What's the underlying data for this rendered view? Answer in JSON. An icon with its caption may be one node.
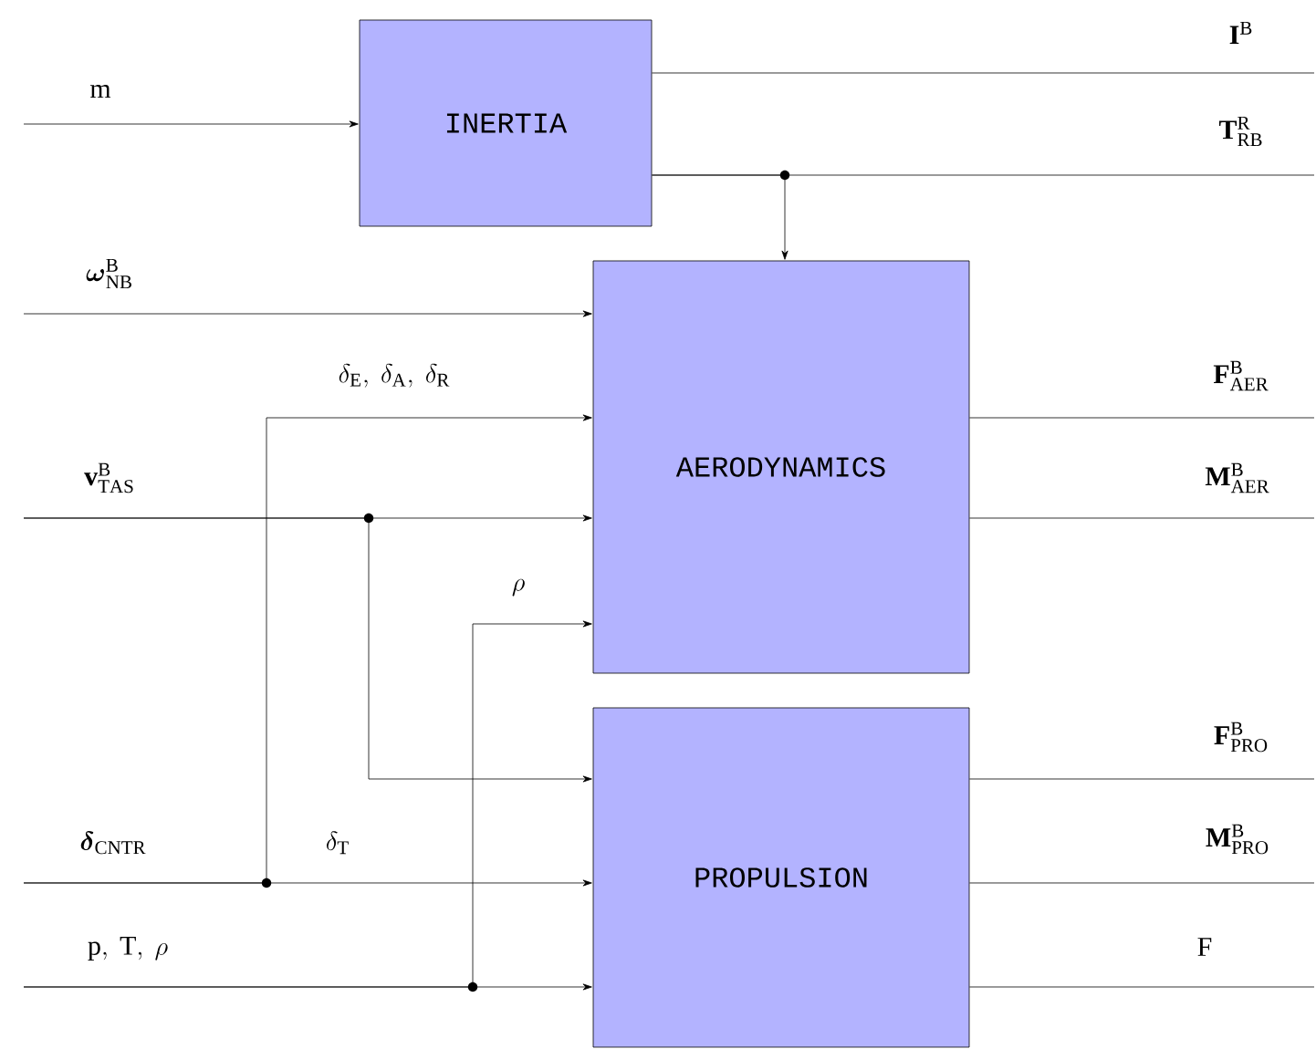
{
  "diagram": {
    "nodes": [
      {
        "text": [
          "INERTIA"
        ]
      },
      {
        "text": [
          "AERODYNAMICS"
        ]
      },
      {
        "text": [
          "PROPULSION"
        ]
      }
    ],
    "edges": [
      {
        "from": null,
        "to": 0,
        "arrow": "to",
        "label": "\\mathrm{m}"
      },
      {
        "from": 0,
        "to": null,
        "arrow": "none",
        "label": "\\mathbf{I}^{\\mathrm{B}}"
      },
      {
        "from": 0,
        "to": null,
        "arrow": "none",
        "label": "\\mathbf{T}^{\\mathrm{R}}_{\\mathrm{RB}}"
      },
      {
        "from": 0,
        "to": 1,
        "arrow": "to"
      },
      {
        "from": null,
        "to": 1,
        "arrow": "to",
        "label": "\\boldsymbol{\\omega}^{\\mathrm{B}}_{\\mathrm{NB}}"
      },
      {
        "from": null,
        "to": 1,
        "arrow": "to",
        "label": "\\delta_{\\mathrm{E}},\\ \\delta_{\\mathrm{A}},\\ \\delta_{\\mathrm{R}}"
      },
      {
        "from": null,
        "to": 2,
        "arrow": "to",
        "label": "\\boldsymbol{\\delta}_{\\mathrm{CNTR}}"
      },
      {
        "from": null,
        "to": 1,
        "arrow": "to",
        "label": "\\mathbf{v}^{\\mathrm{B}}_{\\mathrm{TAS}}"
      },
      {
        "from": null,
        "to": 2,
        "arrow": "to"
      },
      {
        "from": null,
        "to": 1,
        "arrow": "to",
        "label": "\\rho"
      },
      {
        "from": null,
        "to": 2,
        "arrow": "to",
        "label": "\\mathrm{p},\\ \\mathrm{T},\\ \\rho"
      },
      {
        "from": 1,
        "to": null,
        "arrow": "none",
        "label": "\\mathbf{F}^{\\mathrm{B}}_{\\mathrm{AER}}"
      },
      {
        "from": 1,
        "to": null,
        "arrow": "none",
        "label": "\\mathbf{M}^{\\mathrm{B}}_{\\mathrm{AER}}"
      },
      {
        "from": 2,
        "to": null,
        "arrow": "none",
        "label": "\\mathbf{F}^{\\mathrm{B}}_{\\mathrm{PRO}}"
      },
      {
        "from": 2,
        "to": null,
        "arrow": "none",
        "label": "\\mathbf{M}^{\\mathrm{B}}_{\\mathrm{PRO}}"
      },
      {
        "from": 2,
        "to": null,
        "arrow": "none",
        "label": "\\mathrm{F}"
      }
    ],
    "labels": [
      "\\delta_{\\mathrm{T}}"
    ]
  }
}
